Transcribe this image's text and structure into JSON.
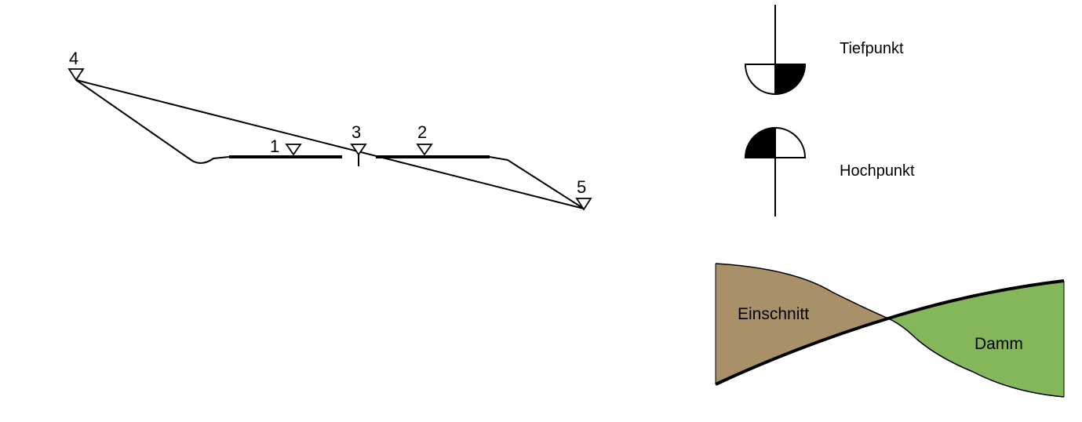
{
  "points": [
    {
      "id": "4",
      "label": "4"
    },
    {
      "id": "1",
      "label": "1"
    },
    {
      "id": "3",
      "label": "3"
    },
    {
      "id": "2",
      "label": "2"
    },
    {
      "id": "5",
      "label": "5"
    }
  ],
  "legend": {
    "tiefpunkt": "Tiefpunkt",
    "hochpunkt": "Hochpunkt"
  },
  "areas": {
    "einschnitt": "Einschnitt",
    "damm": "Damm"
  },
  "colors": {
    "einschnitt_fill": "#a89068",
    "damm_fill": "#84b65a",
    "line": "#000000"
  }
}
